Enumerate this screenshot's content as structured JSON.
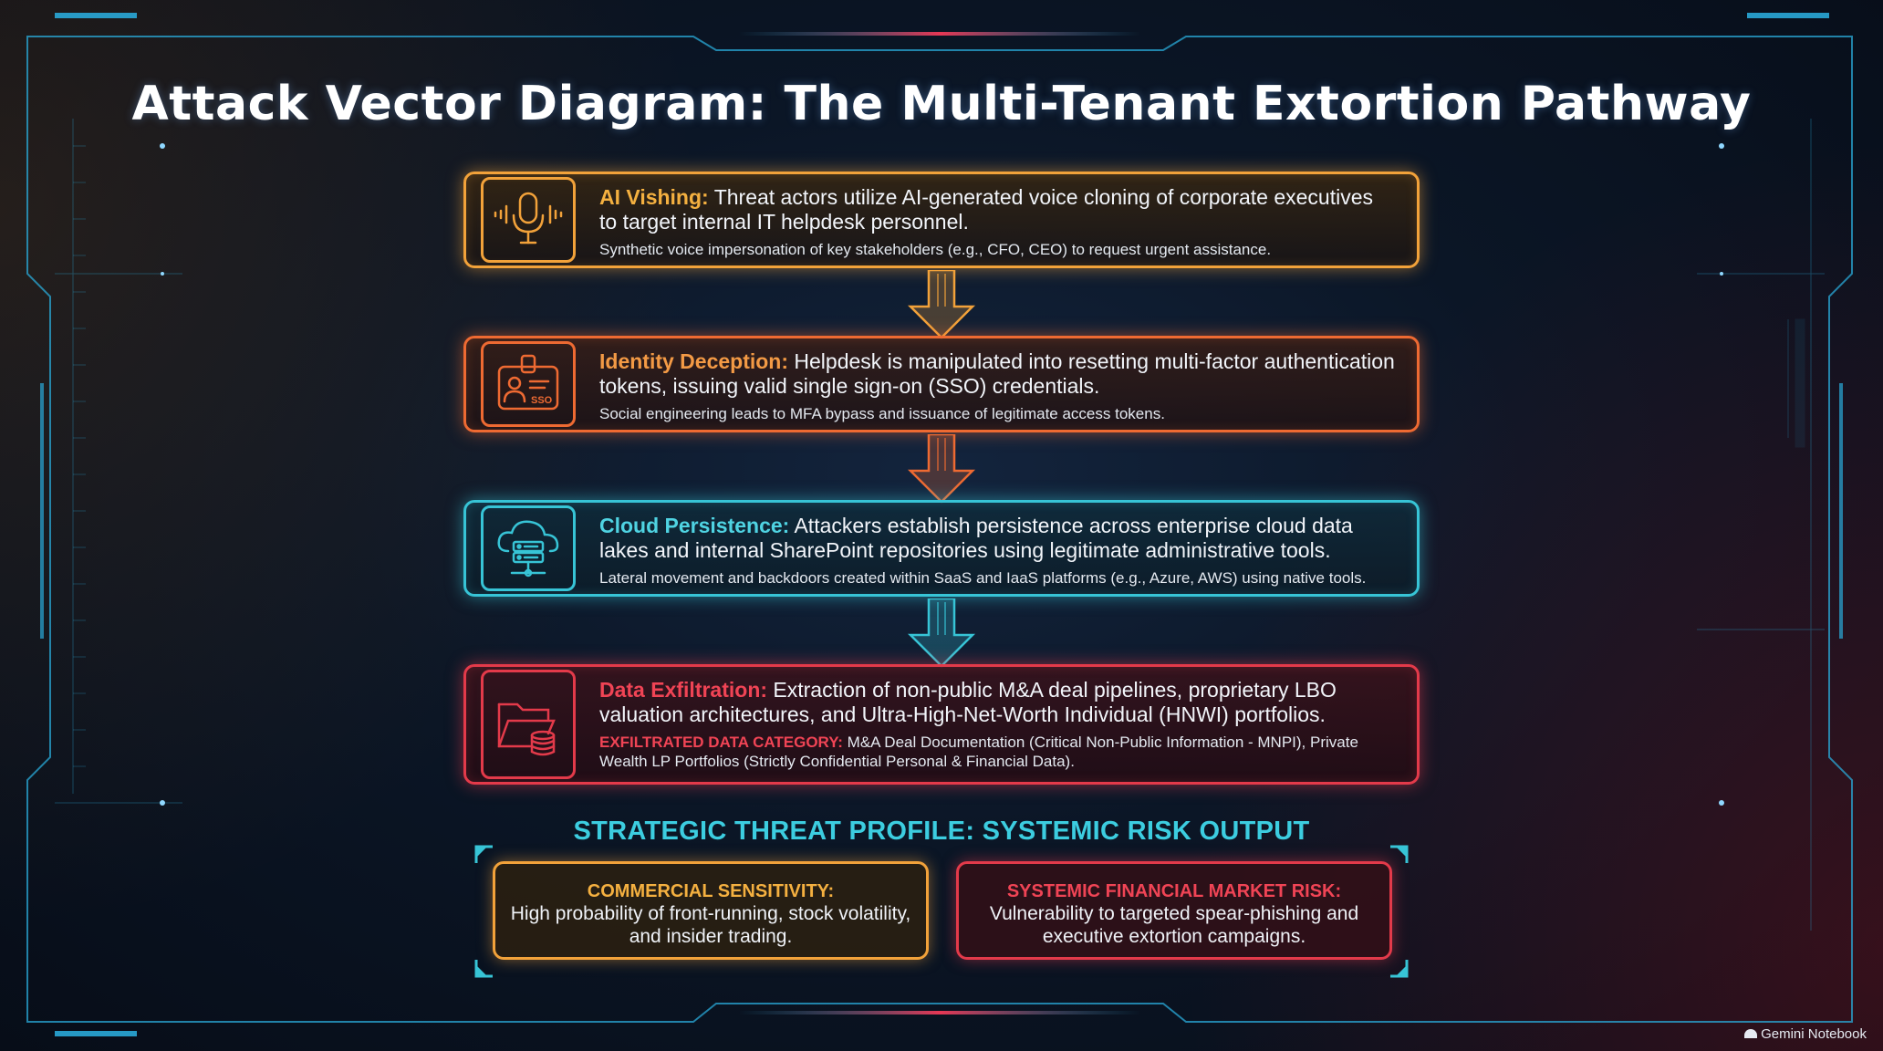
{
  "title": "Attack Vector Diagram: The Multi-Tenant Extortion Pathway",
  "steps": [
    {
      "icon": "microphone-icon",
      "heading": "AI Vishing:",
      "text": "Threat actors utilize AI-generated voice cloning of corporate executives to target internal IT helpdesk personnel.",
      "detail": "Synthetic voice impersonation of key stakeholders (e.g., CFO, CEO) to request urgent assistance.",
      "color": "#f2a23a"
    },
    {
      "icon": "id-badge-icon",
      "heading": "Identity Deception:",
      "text": "Helpdesk is manipulated into resetting multi-factor authentication tokens, issuing valid single sign-on (SSO) credentials.",
      "detail": "Social engineering leads to MFA bypass and issuance of legitimate access tokens.",
      "badge_text": "SSO",
      "color": "#ee6a32"
    },
    {
      "icon": "cloud-server-icon",
      "heading": "Cloud Persistence:",
      "text": "Attackers establish persistence across enterprise cloud data lakes and internal SharePoint repositories using legitimate administrative tools.",
      "detail": "Lateral movement and backdoors created within SaaS and IaaS platforms (e.g., Azure, AWS) using native tools.",
      "color": "#37c4d6"
    },
    {
      "icon": "folder-database-icon",
      "heading": "Data Exfiltration:",
      "text": "Extraction of non-public M&A deal pipelines, proprietary LBO valuation architectures, and Ultra-High-Net-Worth Individual (HNWI) portfolios.",
      "detail_label": "EXFILTRATED DATA CATEGORY:",
      "detail": "M&A Deal Documentation (Critical Non-Public Information - MNPI), Private Wealth LP Portfolios (Strictly Confidential Personal & Financial Data).",
      "color": "#e33a4a"
    }
  ],
  "profile": {
    "title": "STRATEGIC THREAT PROFILE: SYSTEMIC RISK OUTPUT",
    "boxes": [
      {
        "heading": "COMMERCIAL SENSITIVITY:",
        "text": "High probability of front-running, stock volatility, and insider trading.",
        "color": "#f2a23a"
      },
      {
        "heading": "SYSTEMIC FINANCIAL MARKET RISK:",
        "text": "Vulnerability to targeted spear-phishing and executive extortion campaigns.",
        "color": "#e33a4a"
      }
    ]
  },
  "watermark": "Gemini Notebook",
  "colors": {
    "background": "#0b1626",
    "frame": "#2aa9d8",
    "amber": "#f2a23a",
    "orange": "#ee6a32",
    "cyan": "#37c4d6",
    "red": "#e33a4a"
  }
}
